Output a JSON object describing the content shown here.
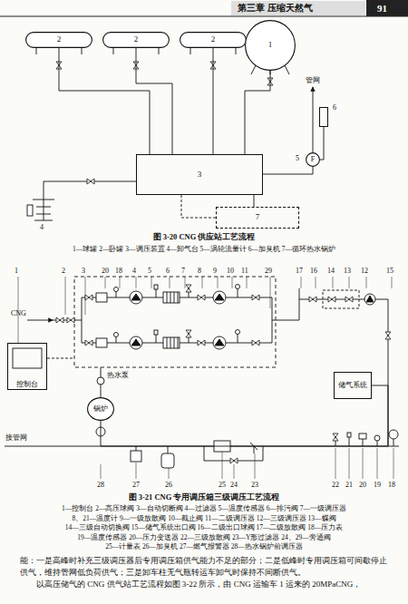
{
  "diagram": {
    "nodes": [
      {
        "text": [
          "2"
        ]
      },
      {
        "text": [
          "2"
        ]
      },
      {
        "text": [
          "2"
        ]
      },
      {
        "text": [
          "1"
        ]
      },
      {
        "text": [
          "3"
        ]
      },
      {
        "text": [
          "7"
        ]
      },
      {
        "text": [
          "F",
          "5"
        ]
      },
      {
        "text": [
          "6"
        ]
      },
      {
        "text": [
          "控制台"
        ]
      },
      {
        "text": [
          "锅炉"
        ]
      },
      {
        "text": [
          "储气系统"
        ]
      }
    ],
    "edges": [
      {
        "from": 0,
        "to": 4,
        "arrow": "none"
      },
      {
        "from": 1,
        "to": 4,
        "arrow": "none"
      },
      {
        "from": 2,
        "to": 4,
        "arrow": "none"
      },
      {
        "from": 3,
        "to": 4,
        "arrow": "none"
      },
      {
        "from": 4,
        "to": 6,
        "arrow": "none"
      },
      {
        "from": 7,
        "to": 6,
        "arrow": "none"
      },
      {
        "from": 4,
        "to": 5,
        "arrow": "none"
      },
      {
        "from": 10,
        "to": 9,
        "arrow": "none"
      }
    ],
    "labels": [
      "第三章 压缩天然气",
      "91",
      "管网",
      "4",
      "图 3-20 CNG 供应站工艺流程",
      "1—球罐 2—卧罐 3—调压装置 4—卸气台 5—涡轮流量计 6—加臭机 7—循环热水锅炉",
      "1",
      "2",
      "3",
      "20",
      "18",
      "4",
      "5",
      "6",
      "7",
      "8",
      "9",
      "10",
      "11",
      "29",
      "17",
      "16",
      "14",
      "13",
      "12",
      "15",
      "CNG",
      "热水泵",
      "接管网",
      "28",
      "27",
      "26",
      "25",
      "24",
      "23",
      "22",
      "21",
      "20",
      "19",
      "18",
      "图 3-21 CNG 专用调压箱三级调压工艺流程",
      "1—控制台 2—高压球阀 3—自动切断阀 4—过滤器 5—温度传感器 6—排污阀 7—一级调压器",
      "8、21—温度计 9—一级放散阀 10—截止阀 11—二级调压器 12—三级调压器 13—蝶阀",
      "14—三级自动切换阀 15—储气系统出口阀 16—二级出口球阀 17—二级放散阀 18—压力表",
      "19—温度传感器 20—压力变送器 22—三级放散阀 23—Y形过滤器 24、29—旁通阀",
      "25—计量表 26—加臭机 27—燃气报警器 28—热水锅炉前调压器",
      "能：一是高峰时补充三级调压器后专用调压箱供气能力不足的部分；二是低峰时专用调压箱可间歇停止供气，维持管网低负荷供气；三是卸车柱无气瓶转运车卸气时保持不间断供气。",
      "以高压储气的 CNG 供气站工艺流程如图 3-22 所示，由 CNG 运输车 1 运来的 20MPaCNG，"
    ]
  }
}
